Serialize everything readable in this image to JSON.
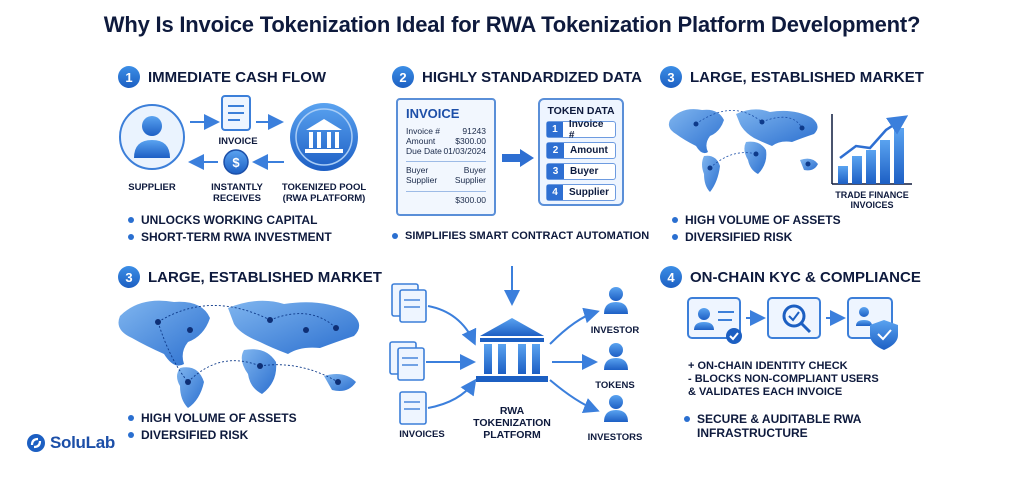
{
  "title": "Why Is Invoice Tokenization Ideal for RWA Tokenization Platform Development?",
  "brand": "SoluLab",
  "colors": {
    "primary": "#1c5fc2",
    "accent": "#3c8ee6",
    "text": "#0e1a3d"
  },
  "sections": {
    "s1": {
      "num": "1",
      "title": "IMMEDIATE CASH FLOW",
      "labels": {
        "supplier": "SUPPLIER",
        "invoice": "INVOICE",
        "instant": "INSTANTLY\nRECEIVES",
        "pool": "TOKENIZED POOL\n(RWA PLATFORM)"
      },
      "bullets": [
        "UNLOCKS WORKING CAPITAL",
        "SHORT-TERM RWA INVESTMENT"
      ]
    },
    "s2": {
      "num": "2",
      "title": "HIGHLY STANDARDIZED DATA",
      "invoice": {
        "heading": "INVOICE",
        "rows": [
          [
            "Invoice #",
            "91243"
          ],
          [
            "Amount",
            "$300.00"
          ],
          [
            "Due Date",
            "01/03/2024"
          ]
        ],
        "buyer_rows": [
          [
            "Buyer",
            "Buyer"
          ],
          [
            "Supplier",
            "Supplier"
          ]
        ],
        "total": "$300.00"
      },
      "token_data": {
        "heading": "TOKEN DATA",
        "rows": [
          "Invoice #",
          "Amount",
          "Buyer",
          "Supplier"
        ]
      },
      "bullets": [
        "SIMPLIFIES SMART CONTRACT AUTOMATION"
      ]
    },
    "s3": {
      "num": "3",
      "title": "LARGE, ESTABLISHED MARKET",
      "chart_label": "TRADE FINANCE\nINVOICES",
      "bullets": [
        "HIGH VOLUME OF ASSETS",
        "DIVERSIFIED RISK"
      ]
    },
    "s3b": {
      "num": "3",
      "title": "LARGE, ESTABLISHED MARKET",
      "bullets": [
        "HIGH VOLUME OF ASSETS",
        "DIVERSIFIED RISK"
      ]
    },
    "s5": {
      "labels": {
        "invoices": "INVOICES",
        "platform": "RWA\nTOKENIZATION\nPLATFORM",
        "investor": "INVESTOR",
        "tokens": "TOKENS",
        "investors": "INVESTORS"
      }
    },
    "s4": {
      "num": "4",
      "title": "ON-CHAIN KYC & COMPLIANCE",
      "notes": [
        "+ ON-CHAIN IDENTITY CHECK",
        "- BLOCKS NON-COMPLIANT USERS",
        "& VALIDATES EACH INVOICE"
      ],
      "bullets": [
        "SECURE & AUDITABLE RWA\nINFRASTRUCTURE"
      ]
    }
  }
}
